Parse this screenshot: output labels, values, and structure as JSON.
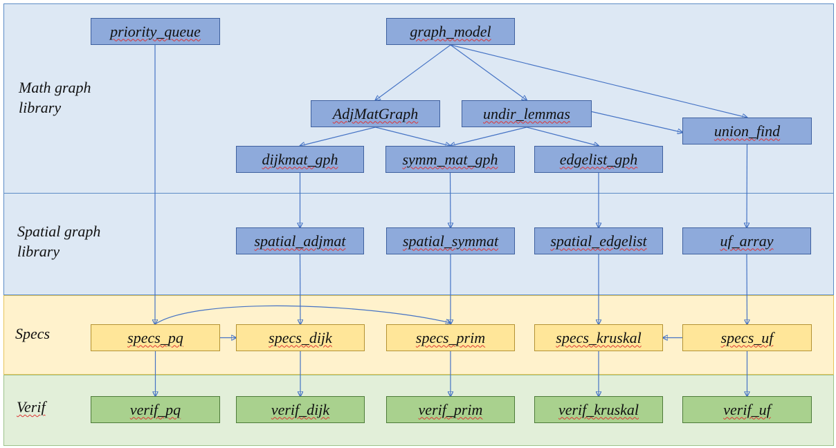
{
  "layers": {
    "math": "Math graph library",
    "spatial": "Spatial graph library",
    "specs": "Specs",
    "verif": "Verif"
  },
  "nodes": {
    "priority_queue": "priority_queue",
    "graph_model": "graph_model",
    "adjmatgraph": "AdjMatGraph",
    "undir_lemmas": "undir_lemmas",
    "union_find": "union_find",
    "dijkmat_gph": "dijkmat_gph",
    "symm_mat_gph": "symm_mat_gph",
    "edgelist_gph": "edgelist_gph",
    "spatial_adjmat": "spatial_adjmat",
    "spatial_symmat": "spatial_symmat",
    "spatial_edgelist": "spatial_edgelist",
    "uf_array": "uf_array",
    "specs_pq": "specs_pq",
    "specs_dijk": "specs_dijk",
    "specs_prim": "specs_prim",
    "specs_kruskal": "specs_kruskal",
    "specs_uf": "specs_uf",
    "verif_pq": "verif_pq",
    "verif_dijk": "verif_dijk",
    "verif_prim": "verif_prim",
    "verif_kruskal": "verif_kruskal",
    "verif_uf": "verif_uf"
  },
  "edges": [
    [
      "graph_model",
      "adjmatgraph"
    ],
    [
      "graph_model",
      "undir_lemmas"
    ],
    [
      "graph_model",
      "union_find"
    ],
    [
      "undir_lemmas",
      "union_find"
    ],
    [
      "adjmatgraph",
      "dijkmat_gph"
    ],
    [
      "adjmatgraph",
      "symm_mat_gph"
    ],
    [
      "undir_lemmas",
      "symm_mat_gph"
    ],
    [
      "undir_lemmas",
      "edgelist_gph"
    ],
    [
      "dijkmat_gph",
      "spatial_adjmat"
    ],
    [
      "symm_mat_gph",
      "spatial_symmat"
    ],
    [
      "edgelist_gph",
      "spatial_edgelist"
    ],
    [
      "union_find",
      "uf_array"
    ],
    [
      "priority_queue",
      "specs_pq"
    ],
    [
      "spatial_adjmat",
      "specs_dijk"
    ],
    [
      "spatial_symmat",
      "specs_prim"
    ],
    [
      "spatial_edgelist",
      "specs_kruskal"
    ],
    [
      "uf_array",
      "specs_uf"
    ],
    [
      "specs_pq",
      "specs_dijk"
    ],
    [
      "specs_pq",
      "specs_prim"
    ],
    [
      "specs_uf",
      "specs_kruskal"
    ],
    [
      "specs_pq",
      "verif_pq"
    ],
    [
      "specs_dijk",
      "verif_dijk"
    ],
    [
      "specs_prim",
      "verif_prim"
    ],
    [
      "specs_kruskal",
      "verif_kruskal"
    ],
    [
      "specs_uf",
      "verif_uf"
    ]
  ],
  "colors": {
    "band_blue": "#dde8f4",
    "band_yellow": "#fff2cc",
    "band_green": "#e2efd9",
    "node_blue": "#8eaadb",
    "node_yellow": "#ffe699",
    "node_green": "#a9d18e",
    "arrow": "#4472c4"
  }
}
